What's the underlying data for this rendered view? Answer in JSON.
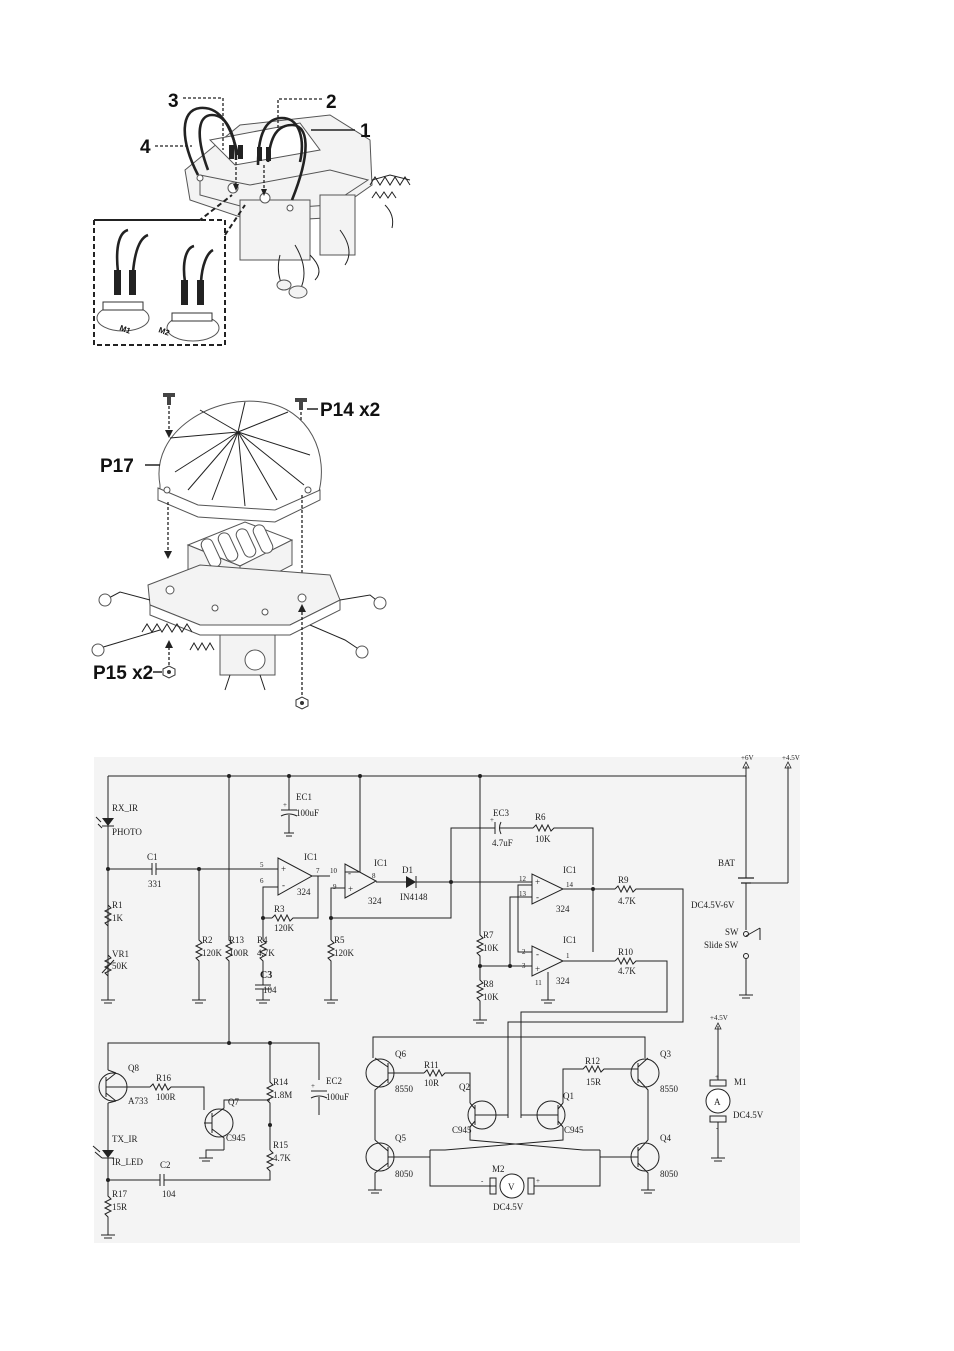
{
  "step1": {
    "callouts": [
      "3",
      "2",
      "4",
      "1"
    ],
    "motor_labels": [
      "M1",
      "M2"
    ]
  },
  "step2": {
    "callouts": {
      "screw": "P14 x2",
      "cover": "P17",
      "nut": "P15 x2"
    }
  },
  "schematic": {
    "rails": [
      "+6V",
      "+4.5V"
    ],
    "labels": {
      "rx_ir": "RX_IR",
      "photo": "PHOTO",
      "c1": "C1",
      "c1v": "331",
      "r1": "R1",
      "r1v": "1K",
      "vr1": "VR1",
      "vr1v": "50K",
      "r2": "R2",
      "r2v": "120K",
      "r13": "R13",
      "r13v": "100R",
      "r4": "R4",
      "r4v": "4.7K",
      "c3": "C3",
      "c3v": "104",
      "ec1": "EC1",
      "ec1v": "100uF",
      "ic1a": "IC1",
      "ic1a_p1": "5",
      "ic1a_p2": "6",
      "ic1a_p3": "7",
      "ic1a_v": "324",
      "r3": "R3",
      "r3v": "120K",
      "ic1b": "IC1",
      "ic1b_p1": "10",
      "ic1b_p2": "9",
      "ic1b_p3": "8",
      "ic1b_v": "324",
      "d1": "D1",
      "d1v": "IN4148",
      "r5": "R5",
      "r5v": "120K",
      "ec3": "EC3",
      "ec3v": "4.7uF",
      "r6": "R6",
      "r6v": "10K",
      "ic1c": "IC1",
      "ic1c_p1": "12",
      "ic1c_p2": "13",
      "ic1c_p3": "14",
      "ic1c_v": "324",
      "ic1d": "IC1",
      "ic1d_p1": "2",
      "ic1d_p2": "3",
      "ic1d_p3": "1",
      "ic1d_p4": "11",
      "ic1d_v": "324",
      "r7": "R7",
      "r7v": "10K",
      "r8": "R8",
      "r8v": "10K",
      "r9": "R9",
      "r9v": "4.7K",
      "r10": "R10",
      "r10v": "4.7K",
      "bat": "BAT",
      "batv": "DC4.5V-6V",
      "sw": "SW",
      "swv": "Slide SW",
      "q8": "Q8",
      "q8v": "A733",
      "r16": "R16",
      "r16v": "100R",
      "q7": "Q7",
      "q7v": "C945",
      "r14": "R14",
      "r14v": "1.8M",
      "r15": "R15",
      "r15v": "4.7K",
      "ec2": "EC2",
      "ec2v": "100uF",
      "tx_ir": "TX_IR",
      "ir_led": "IR_LED",
      "c2": "C2",
      "c2v": "104",
      "r17": "R17",
      "r17v": "15R",
      "q6": "Q6",
      "q6v": "8550",
      "r11": "R11",
      "r11v": "10R",
      "q2": "Q2",
      "q2v": "C945",
      "q1": "Q1",
      "q1v": "C945",
      "r12": "R12",
      "r12v": "15R",
      "q3": "Q3",
      "q3v": "8550",
      "q5": "Q5",
      "q5v": "8050",
      "q4": "Q4",
      "q4v": "8050",
      "m2": "M2",
      "m2v": "DC4.5V",
      "m1": "M1",
      "m1v": "DC4.5V",
      "m1_rail": "+4.5V",
      "meter_a": "A",
      "meter_v": "V"
    }
  }
}
